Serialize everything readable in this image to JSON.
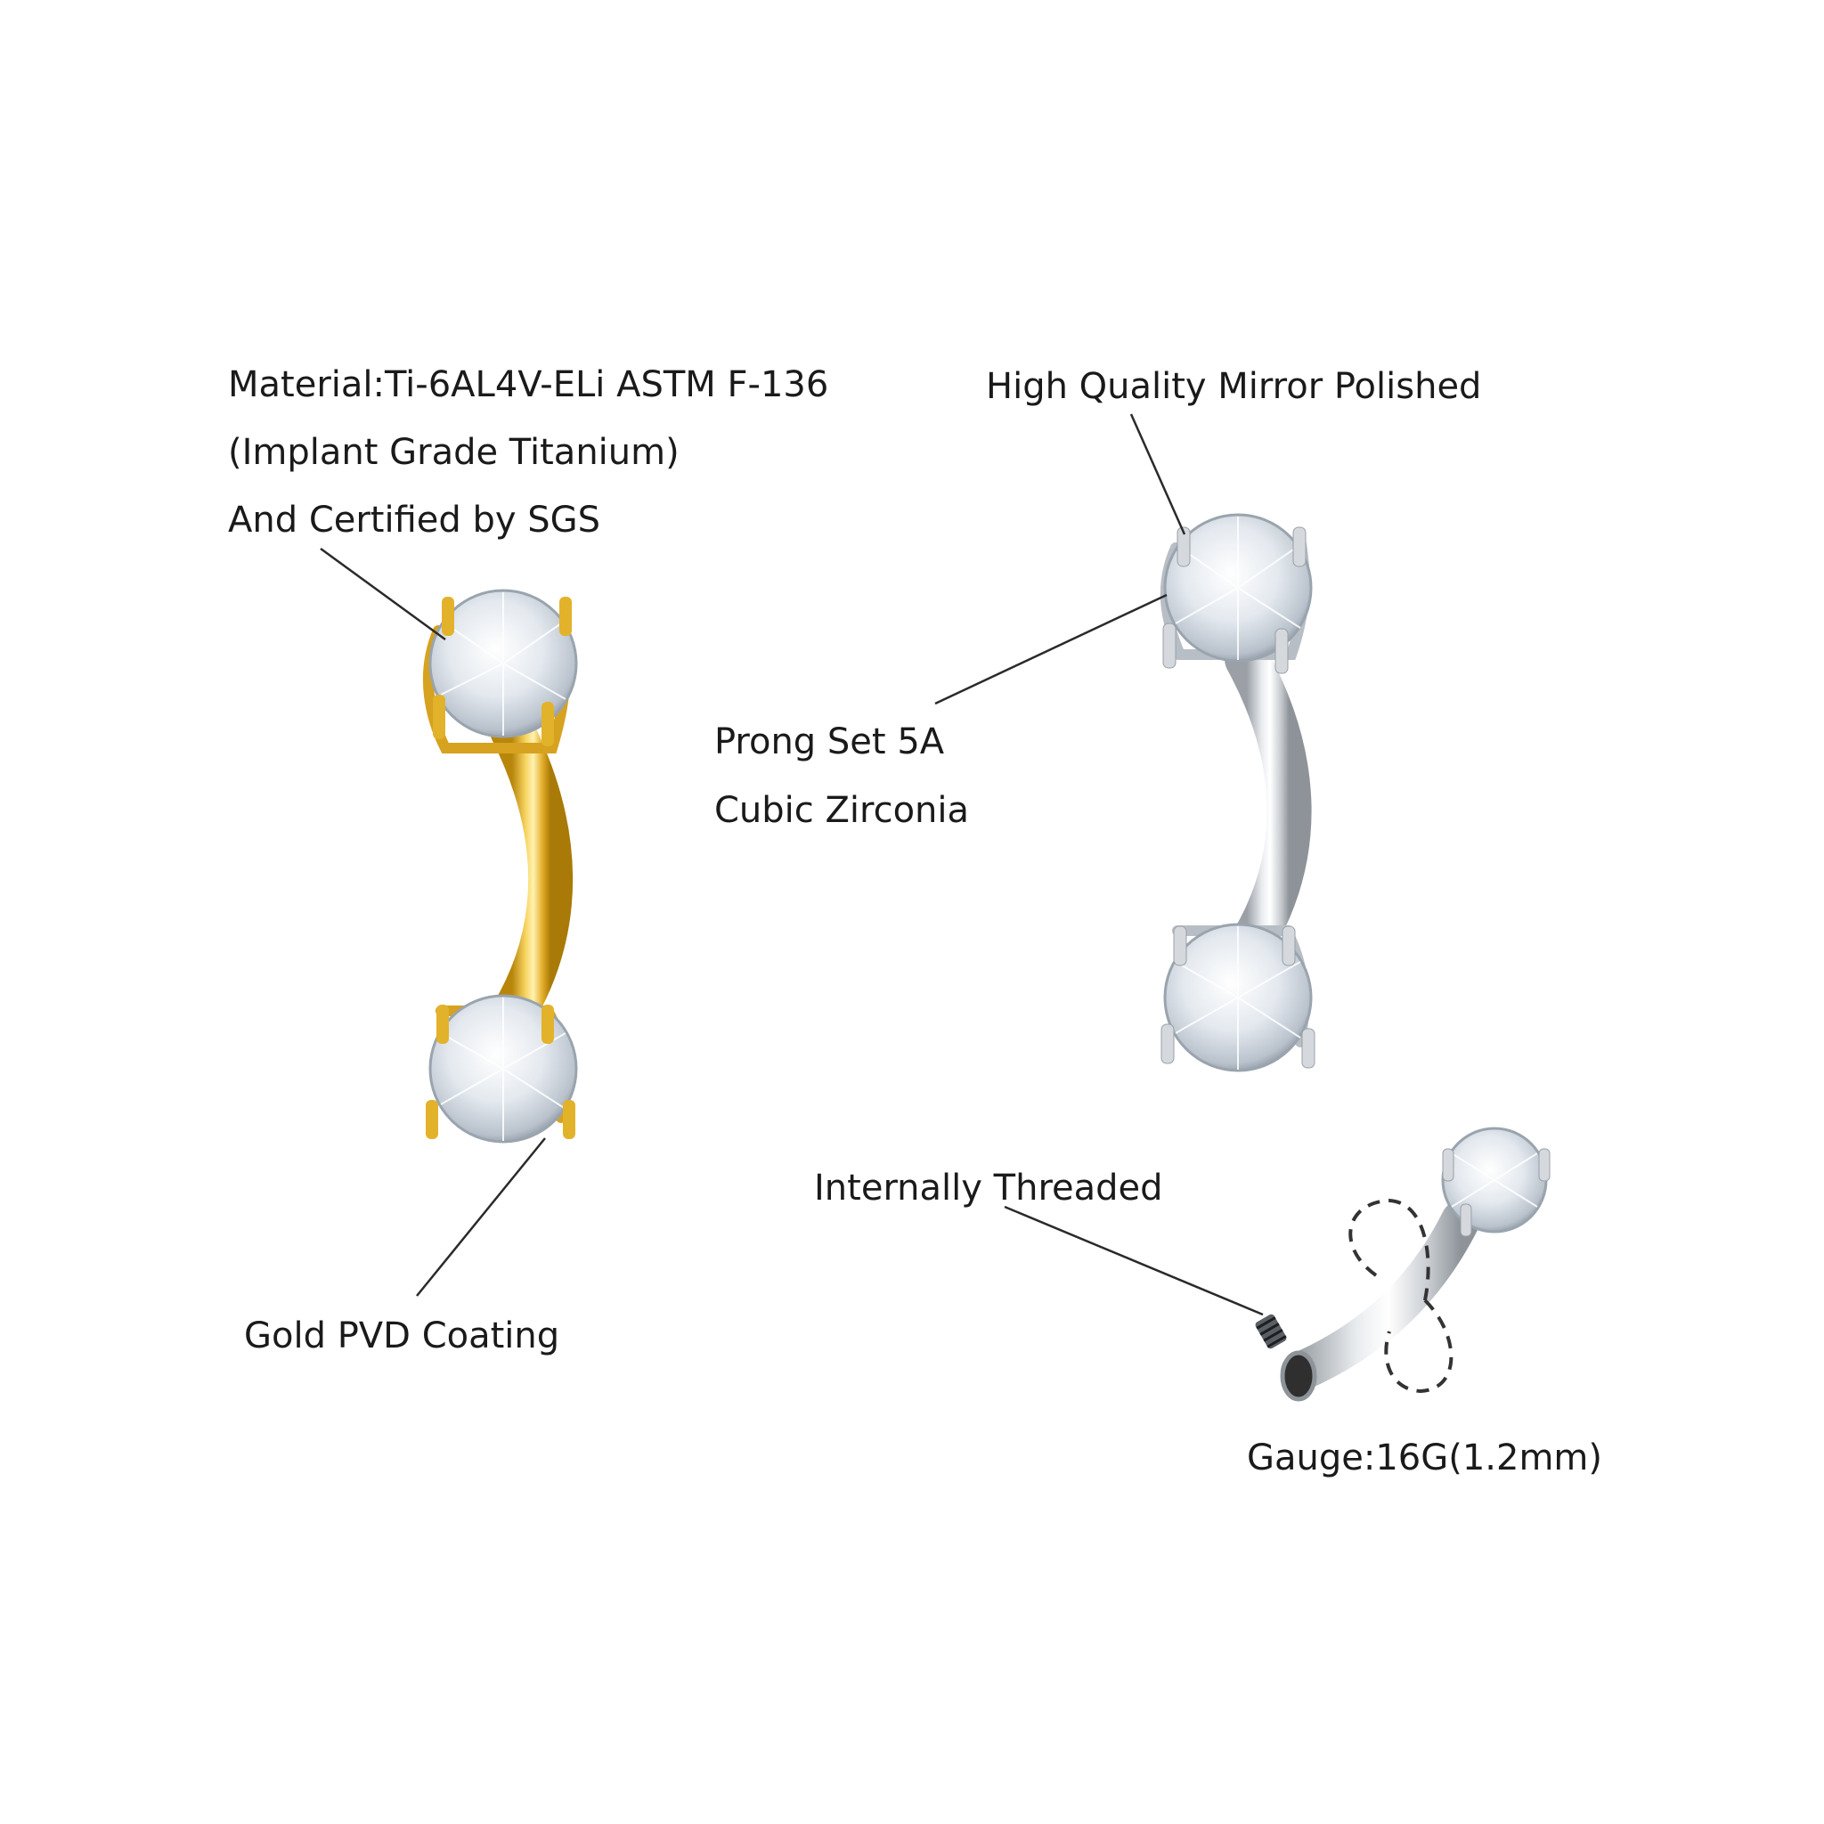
{
  "callouts": {
    "material": {
      "line1": "Material:Ti-6AL4V-ELi ASTM F-136",
      "line2": "(Implant Grade Titanium)",
      "line3": "And Certified by SGS"
    },
    "polish": {
      "text": "High Quality Mirror Polished"
    },
    "prong": {
      "line1": "Prong Set 5A",
      "line2": "Cubic Zirconia"
    },
    "coating": {
      "text": "Gold PVD Coating"
    },
    "thread": {
      "text": "Internally Threaded"
    },
    "gauge": {
      "text": "Gauge:16G(1.2mm)"
    }
  },
  "colors": {
    "background": "#ffffff",
    "gold": "#e2b22a",
    "silver": "#cfd3d8",
    "gem": "#eef2f6",
    "line": "#2a2a2a"
  }
}
